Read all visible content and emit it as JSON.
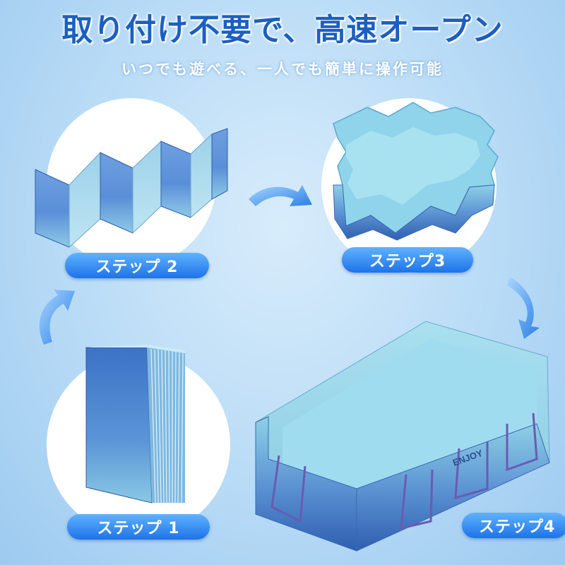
{
  "header": {
    "title": "取り付け不要で、高速オープン",
    "subtitle": "いつでも遊べる、一人でも簡単に操作可能"
  },
  "steps": [
    {
      "label": "ステップ 1"
    },
    {
      "label": "ステップ 2"
    },
    {
      "label": "ステップ3"
    },
    {
      "label": "ステップ4"
    }
  ],
  "brand": {
    "logo_text": "ENJOY"
  },
  "colors": {
    "accent": "#1d5fc0",
    "pill_top": "#5fb2ff",
    "pill_bottom": "#1e73e8",
    "pool_light": "#8ecbe4",
    "pool_dark": "#3b6fb8"
  }
}
